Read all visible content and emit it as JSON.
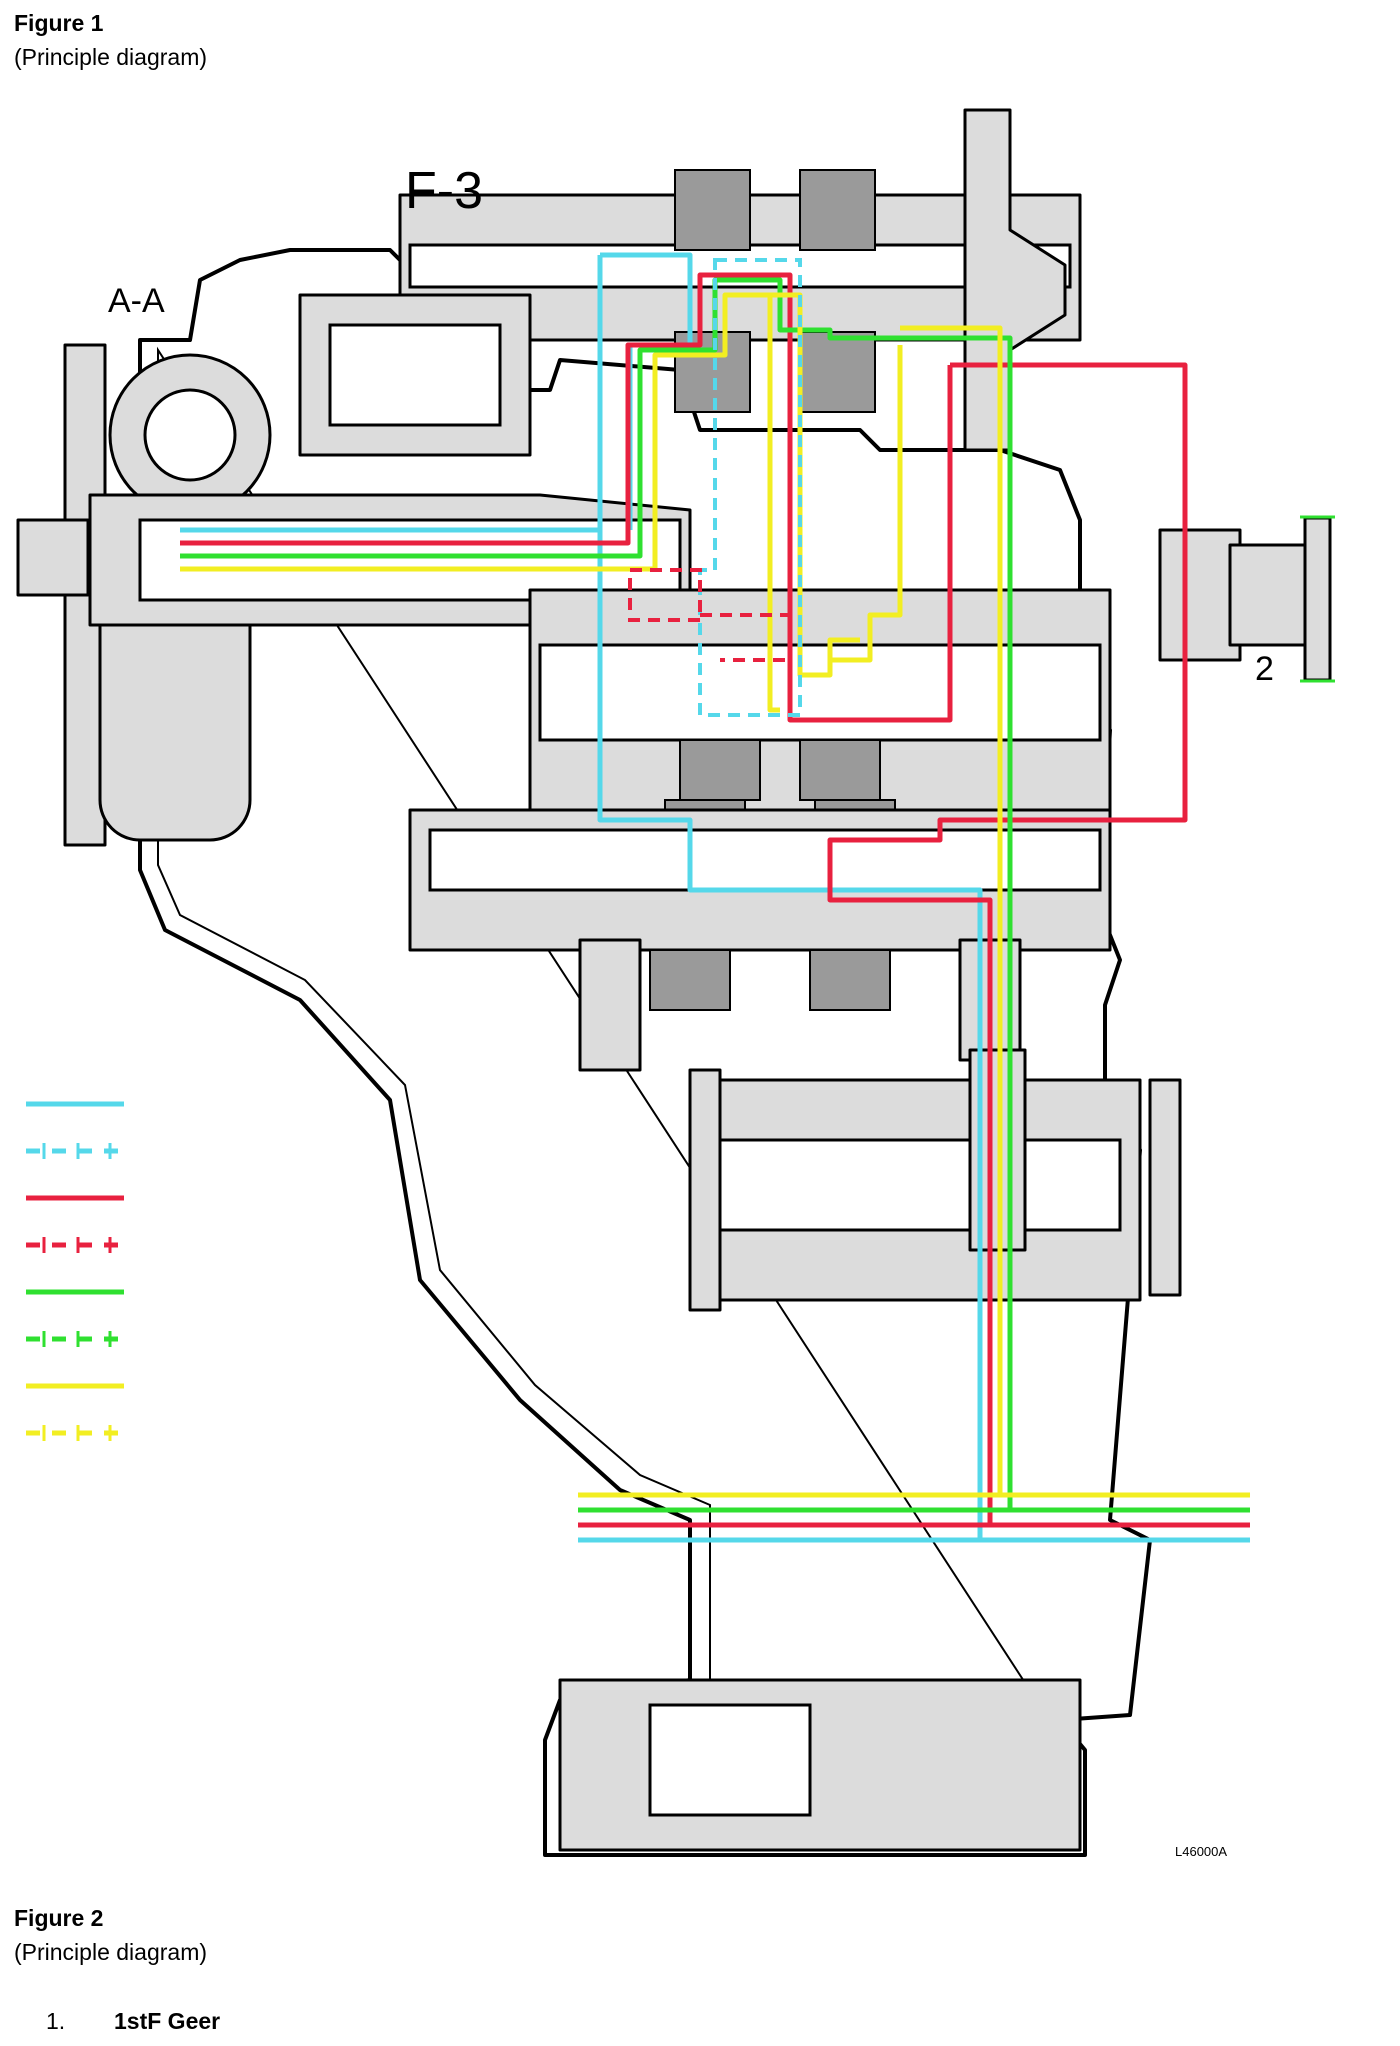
{
  "figure1": {
    "title": "Figure 1",
    "subtitle": "(Principle diagram)"
  },
  "figure2": {
    "title": "Figure 2",
    "subtitle": "(Principle diagram)"
  },
  "diagram": {
    "section_label": "A-A",
    "valve_label": "F-3",
    "output_label": "2",
    "drawing_code": "L46000A"
  },
  "colors": {
    "cyan": "#55d8ea",
    "red": "#e8213f",
    "green": "#2fe030",
    "yellow": "#f2ee22",
    "housing": "#dcdcdc",
    "housing_dark": "#9a9a9a",
    "outline": "#000000"
  },
  "legend": [
    {
      "color": "cyan",
      "style": "solid"
    },
    {
      "color": "cyan",
      "style": "dashed"
    },
    {
      "color": "red",
      "style": "solid"
    },
    {
      "color": "red",
      "style": "dashed"
    },
    {
      "color": "green",
      "style": "solid"
    },
    {
      "color": "green",
      "style": "dashed"
    },
    {
      "color": "yellow",
      "style": "solid"
    },
    {
      "color": "yellow",
      "style": "dashed"
    }
  ],
  "list": [
    {
      "number": "1.",
      "text": "1stF Geer"
    }
  ]
}
